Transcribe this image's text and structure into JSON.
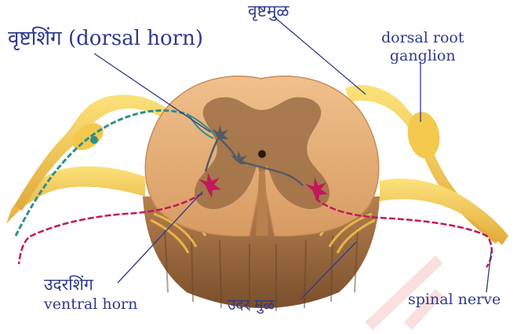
{
  "labels": {
    "top_root": "वृष्टमुळ",
    "dorsal_horn": "वृष्टशिंग (dorsal horn)",
    "drg_line1": "dorsal root",
    "drg_line2": "ganglion",
    "ventral_horn_dev": "उदरशिंग",
    "ventral_horn_en": "ventral horn",
    "ventral_root": "उदर मुळ",
    "spinal_nerve": "spinal nerve"
  },
  "colors": {
    "label": "#2e3a8c",
    "outer_cord": "#e8b27d",
    "grey_matter": "#9c6f45",
    "nerve_yellow": "#f2c94c",
    "sensory_fiber": "#2e8f8a",
    "motor_fiber": "#c2185b",
    "interneuron": "#555a63",
    "watermark": "#f6c9c9"
  }
}
